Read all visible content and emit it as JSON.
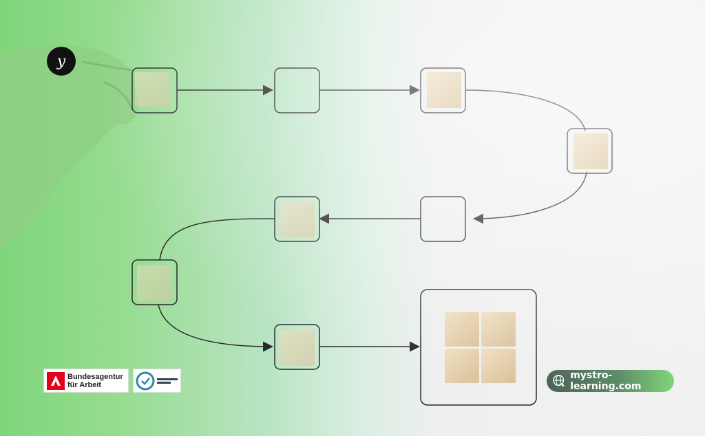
{
  "brand_badge": {
    "icon": "signature-y-icon"
  },
  "partners": {
    "agency_name": "Bundesagentur\nfür Arbeit",
    "agency_line1": "Bundesagentur",
    "agency_line2": "für Arbeit",
    "cert_icon": "acquisitioncert-seal-icon"
  },
  "website": {
    "icon": "globe-cursor-icon",
    "label": "mystro-learning.com"
  },
  "colors": {
    "accent_green": "#7fd67a",
    "background": "#f1f1f1",
    "line": "#2a2a2a",
    "wood": "#e6d2ae"
  }
}
